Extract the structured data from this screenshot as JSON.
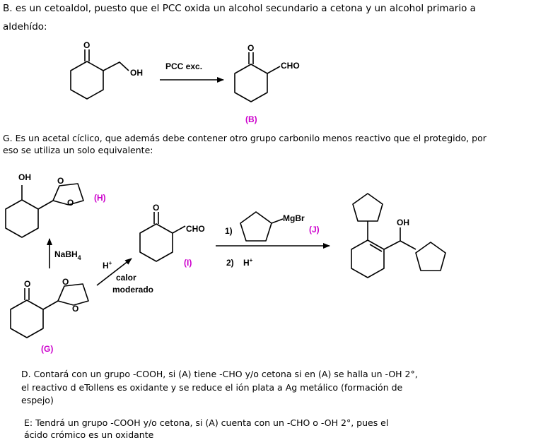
{
  "paragraphs": {
    "B_line1": "B.  es un cetoaldol, puesto que el PCC oxida un alcohol secundario a cetona y un alcohol primario a",
    "B_line2": "aldehído:",
    "G_line1": "G. Es un acetal cíclico, que además debe contener otro grupo carbonilo menos reactivo que el  protegido, por",
    "G_line2": "eso se utiliza un solo equivalente:",
    "D_line1": "D. Contará con un grupo  -COOH, si (A) tiene -CHO y/o cetona si en (A) se halla un -OH 2°,",
    "D_line2": "el reactivo d eTollens es oxidante y se reduce el ión plata a Ag metálico (formación de",
    "D_line3": "espejo)",
    "E_line1": "E: Tendrá un grupo   -COOH y/o cetona,  si (A) cuenta con un -CHO o  -OH 2°, pues el",
    "E_line2": "ácido crómico es un oxidante"
  },
  "scheme1": {
    "reagent": "PCC  exc.",
    "atom_O_left": "O",
    "atom_OH": "OH",
    "atom_O_right": "O",
    "atom_CHO": "CHO",
    "label_B": "(B)"
  },
  "scheme2": {
    "atom_OH_H": "OH",
    "atom_O_H1": "O",
    "atom_O_H2": "O",
    "label_H": "(H)",
    "reagent_NaBH4": "NaBH",
    "reagent_NaBH4_sub": "4",
    "atom_O_G": "O",
    "atom_O_G1": "O",
    "atom_O_G2": "O",
    "label_G": "(G)",
    "reagent_H": "H",
    "reagent_H_sup": "+",
    "reagent_calor": "calor",
    "reagent_moderado": "moderado",
    "atom_O_I": "O",
    "atom_CHO_I": "CHO",
    "label_I": "(I)",
    "step1": "1)",
    "atom_MgBr": "MgBr",
    "label_J": "(J)",
    "step2": "2)",
    "step2_H": "H",
    "step2_H_sup": "+",
    "atom_OH_J": "OH"
  }
}
